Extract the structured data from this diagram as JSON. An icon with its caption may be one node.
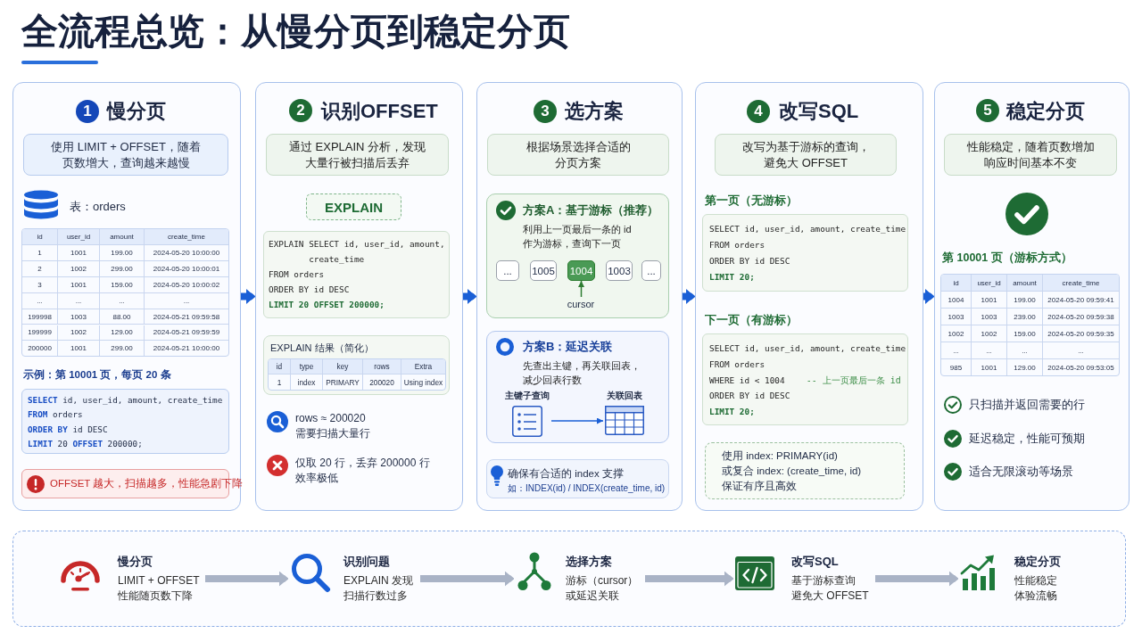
{
  "diagram": {
    "title": "全流程总览：从慢分页到稳定分页",
    "nodes": [
      {
        "text": [
          "慢分页"
        ]
      },
      {
        "text": [
          "1"
        ],
        "in": 0
      },
      {
        "text": [
          "使用 LIMIT + OFFSET，随着页数增大，查询越来越慢"
        ],
        "in": 0
      },
      {
        "text": [
          "表：orders",
          "id",
          "user_id",
          "amount",
          "create_time",
          "1",
          "1001",
          "199.00",
          "2024-05-20 10:00:00",
          "2",
          "1002",
          "299.00",
          "2024-05-20 10:00:01",
          "3",
          "1001",
          "159.00",
          "2024-05-20 10:00:02",
          "...",
          "...",
          "...",
          "...",
          "199998",
          "1003",
          "88.00",
          "2024-05-21 09:59:58",
          "199999",
          "1002",
          "129.00",
          "2024-05-21 09:59:59",
          "200000",
          "1001",
          "299.00",
          "2024-05-21 10:00:00"
        ],
        "in": 0
      },
      {
        "text": [
          "示例：第 10001 页，每页 20 条",
          "**SELECT** id, user_id, amount, create_time",
          "**FROM** orders",
          "**ORDER BY** id DESC",
          "**LIMIT** 20 **OFFSET** 200000;"
        ],
        "in": 0
      },
      {
        "text": [
          "OFFSET 越大，扫描越多，性能急剧下降"
        ],
        "in": 0
      },
      {
        "text": [
          "识别OFFSET"
        ]
      },
      {
        "text": [
          "2"
        ],
        "in": 6
      },
      {
        "text": [
          "通过 EXPLAIN 分析，发现大量行被扫描后丢弃"
        ],
        "in": 6
      },
      {
        "text": [
          "EXPLAIN"
        ],
        "in": 6
      },
      {
        "text": [
          "EXPLAIN SELECT id, user_id, amount, create_time",
          "FROM orders",
          "ORDER BY id DESC",
          "LIMIT 20 OFFSET 200000;"
        ],
        "in": 6
      },
      {
        "text": [
          "EXPLAIN 结果（简化）"
        ],
        "in": 6
      },
      {
        "text": [
          "id",
          "type",
          "key",
          "rows",
          "Extra",
          "1",
          "index",
          "PRIMARY",
          "200020",
          "Using index"
        ],
        "in": 11
      },
      {
        "text": [
          "选方案"
        ]
      },
      {
        "text": [
          "3"
        ],
        "in": 13
      },
      {
        "text": [
          "根据场景选择合适的分页方案"
        ],
        "in": 13
      },
      {
        "text": [
          "方案A：基于游标（推荐）",
          "利用上一页最后一条的 id 作为游标，查询下一页"
        ],
        "in": 13
      },
      {
        "text": [
          "..."
        ],
        "in": 16
      },
      {
        "text": [
          "1005"
        ],
        "in": 16
      },
      {
        "text": [
          "1004"
        ],
        "in": 16
      },
      {
        "text": [
          "1003"
        ],
        "in": 16
      },
      {
        "text": [
          "..."
        ],
        "in": 16
      },
      {
        "text": [
          "cursor"
        ],
        "in": 16
      },
      {
        "text": [
          "方案B：延迟关联",
          "先查出主键，再关联回表，减少回表行数"
        ],
        "in": 13
      },
      {
        "text": [
          "主键子查询"
        ],
        "in": 23
      },
      {
        "text": [
          "关联回表"
        ],
        "in": 23
      },
      {
        "text": [
          "确保有合适的 index 支撑",
          "如：INDEX(id) / INDEX(create_time, id)"
        ],
        "in": 13
      },
      {
        "text": [
          "改写SQL"
        ]
      },
      {
        "text": [
          "4"
        ],
        "in": 27
      },
      {
        "text": [
          "改写为基于游标的查询，避免大 OFFSET"
        ],
        "in": 27
      },
      {
        "text": [
          "第一页（无游标）",
          "SELECT id, user_id, amount, create_time",
          "FROM orders",
          "ORDER BY id DESC",
          "LIMIT 20;"
        ],
        "in": 27
      },
      {
        "text": [
          "下一页（有游标）",
          "SELECT id, user_id, amount, create_time",
          "FROM orders",
          "WHERE id < 1004",
          "-- 上一页最后一条 id",
          "ORDER BY id DESC",
          "LIMIT 20;"
        ],
        "in": 27
      },
      {
        "text": [
          "使用 index: PRIMARY(id)",
          "或复合 index: (create_time, id)",
          "保证有序且高效"
        ],
        "in": 27
      },
      {
        "text": [
          "稳定分页"
        ]
      },
      {
        "text": [
          "5"
        ],
        "in": 33
      },
      {
        "text": [
          "性能稳定，随着页数增加响应时间基本不变"
        ],
        "in": 33
      },
      {
        "text": [
          "第 10001 页（游标方式）",
          "id",
          "user_id",
          "amount",
          "create_time",
          "1004",
          "1001",
          "199.00",
          "2024-05-20 09:59:41",
          "1003",
          "1003",
          "239.00",
          "2024-05-20 09:59:38",
          "1002",
          "1002",
          "159.00",
          "2024-05-20 09:59:35",
          "...",
          "...",
          "...",
          "...",
          "985",
          "1001",
          "129.00",
          "2024-05-20 09:53:05"
        ],
        "in": 33
      },
      {
        "text": [],
        "shape": "box"
      },
      {
        "text": [
          "慢分页",
          "LIMIT + OFFSET",
          "性能随页数下降"
        ],
        "in": 37
      },
      {
        "text": [
          "识别问题",
          "EXPLAIN 发现",
          "扫描行数过多"
        ],
        "in": 37
      },
      {
        "text": [
          "选择方案",
          "游标（cursor）",
          "或延迟关联"
        ],
        "in": 37
      },
      {
        "text": [
          "改写SQL",
          "基于游标查询",
          "避免大 OFFSET"
        ],
        "in": 37
      },
      {
        "text": [
          "稳定分页",
          "性能稳定",
          "体验流畅"
        ],
        "in": 37
      }
    ],
    "edges": [
      {
        "from": 0,
        "to": 6,
        "arrow": "to"
      },
      {
        "from": 6,
        "to": 13,
        "arrow": "to"
      },
      {
        "from": 13,
        "to": 27,
        "arrow": "to"
      },
      {
        "from": 27,
        "to": 33,
        "arrow": "to"
      },
      {
        "from": 22,
        "to": 19,
        "arrow": "to",
        "color": "#2e7d32"
      },
      {
        "from": 24,
        "to": 25,
        "arrow": "to"
      },
      {
        "from": 38,
        "to": 39,
        "arrow": "to",
        "color": "#a9b3c6"
      },
      {
        "from": 39,
        "to": 40,
        "arrow": "to",
        "color": "#a9b3c6"
      },
      {
        "from": 40,
        "to": 41,
        "arrow": "to",
        "color": "#a9b3c6"
      },
      {
        "from": 41,
        "to": 42,
        "arrow": "to",
        "color": "#a9b3c6"
      }
    ],
    "labels": [
      "rows ≈ 200020",
      "需要扫描大量行",
      "仅取 20 行，丢弃 200000 行",
      "效率极低",
      "只扫描并返回需要的行",
      "延迟稳定，性能可预期",
      "适合无限滚动等场景"
    ]
  }
}
